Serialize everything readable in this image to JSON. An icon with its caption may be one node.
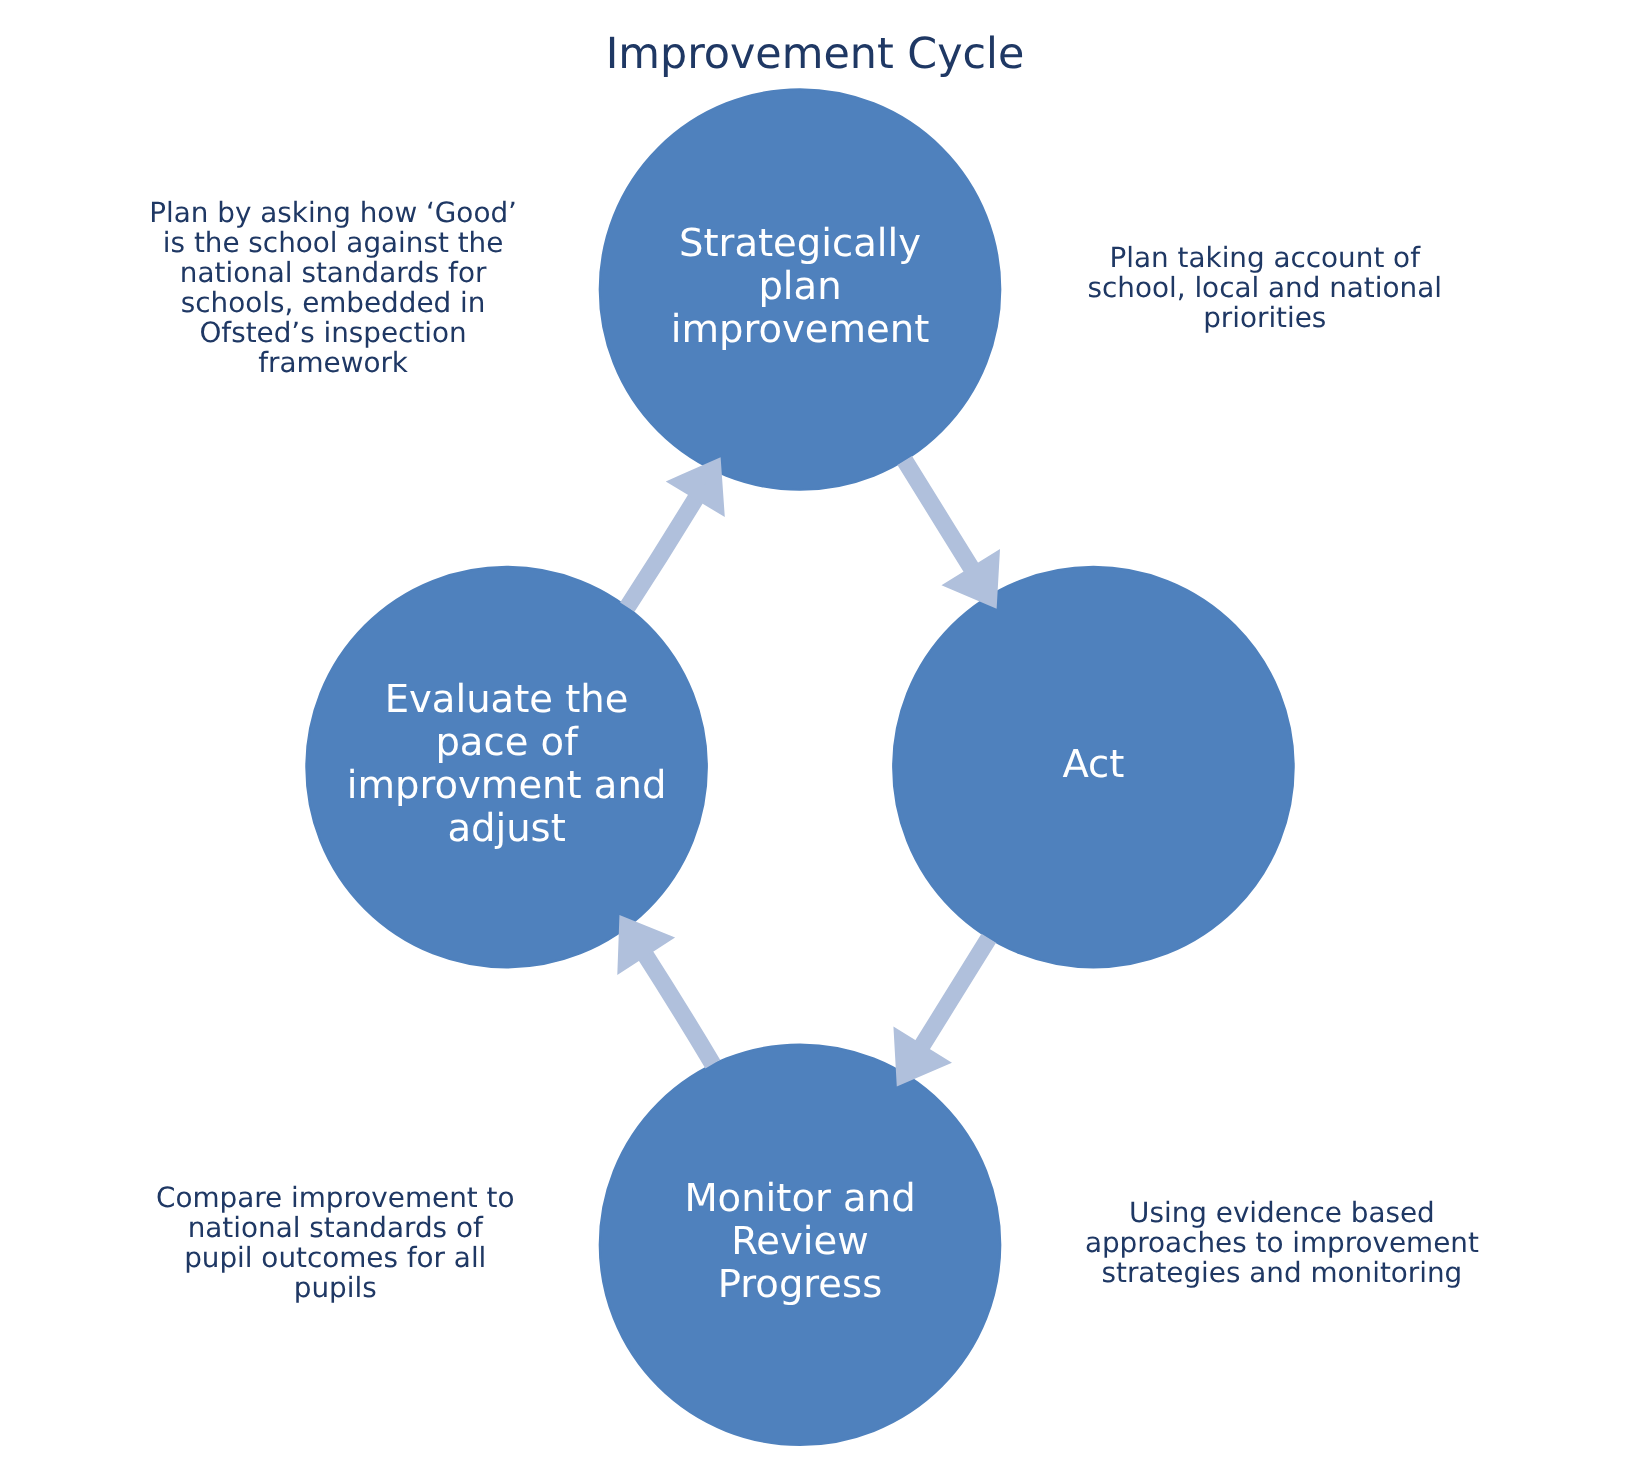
{
  "diagram": {
    "title": "Improvement Cycle",
    "nodes": [
      {
        "text": [
          "Strategically plan improvement"
        ]
      },
      {
        "text": [
          "Act"
        ]
      },
      {
        "text": [
          "Monitor and Review Progress"
        ]
      },
      {
        "text": [
          "Evaluate the pace of improvment and adjust"
        ]
      }
    ],
    "edges": [
      {
        "from": 0,
        "to": 1,
        "arrow": "to"
      },
      {
        "from": 1,
        "to": 2,
        "arrow": "to"
      },
      {
        "from": 2,
        "to": 3,
        "arrow": "to"
      },
      {
        "from": 3,
        "to": 0,
        "arrow": "to"
      }
    ],
    "labels": [
      "Plan by asking how ‘Good’ is the school against the national standards for schools, embedded in Ofsted’s inspection framework",
      "Plan taking account of school, local and national priorities",
      "Using evidence based approaches to improvement strategies and monitoring",
      "Compare improvement to national standards of pupil outcomes for all pupils"
    ]
  }
}
